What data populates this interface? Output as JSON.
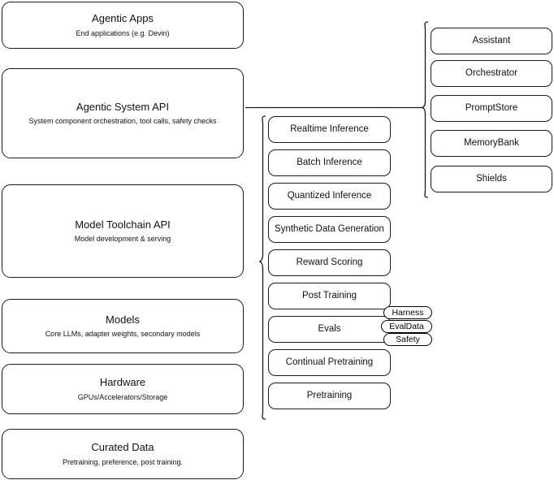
{
  "diagram": {
    "title": "Agentic stack layered architecture",
    "stroke_color": "#1a1a1a",
    "background_color": "#ffffff"
  },
  "layers": [
    {
      "name": "agentic-apps",
      "title": "Agentic Apps",
      "subtitle": "End applications (e.g. Devin)"
    },
    {
      "name": "agentic-system-api",
      "title": "Agentic System API",
      "subtitle": "System component orchestration, tool calls, safety checks"
    },
    {
      "name": "model-toolchain-api",
      "title": "Model Toolchain API",
      "subtitle": "Model development & serving"
    },
    {
      "name": "models",
      "title": "Models",
      "subtitle": "Core LLMs, adapter weights, secondary models"
    },
    {
      "name": "hardware",
      "title": "Hardware",
      "subtitle": "GPUs/Accelerators/Storage"
    },
    {
      "name": "curated-data",
      "title": "Curated Data",
      "subtitle": "Pretraining, preference, post training."
    }
  ],
  "toolchain_capabilities": [
    {
      "name": "realtime-inference",
      "label": "Realtime Inference"
    },
    {
      "name": "batch-inference",
      "label": "Batch Inference"
    },
    {
      "name": "quantized-inference",
      "label": "Quantized Inference"
    },
    {
      "name": "synthetic-data-generation",
      "label": "Synthetic Data Generation"
    },
    {
      "name": "reward-scoring",
      "label": "Reward Scoring"
    },
    {
      "name": "post-training",
      "label": "Post Training"
    },
    {
      "name": "evals",
      "label": "Evals"
    },
    {
      "name": "continual-pretraining",
      "label": "Continual Pretraining"
    },
    {
      "name": "pretraining",
      "label": "Pretraining"
    }
  ],
  "evals_badges": [
    {
      "name": "harness",
      "label": "Harness"
    },
    {
      "name": "evaldata",
      "label": "EvalData"
    },
    {
      "name": "safety",
      "label": "Safety"
    }
  ],
  "system_components": [
    {
      "name": "assistant",
      "label": "Assistant"
    },
    {
      "name": "orchestrator",
      "label": "Orchestrator"
    },
    {
      "name": "promptstore",
      "label": "PromptStore"
    },
    {
      "name": "memorybank",
      "label": "MemoryBank"
    },
    {
      "name": "shields",
      "label": "Shields"
    }
  ]
}
